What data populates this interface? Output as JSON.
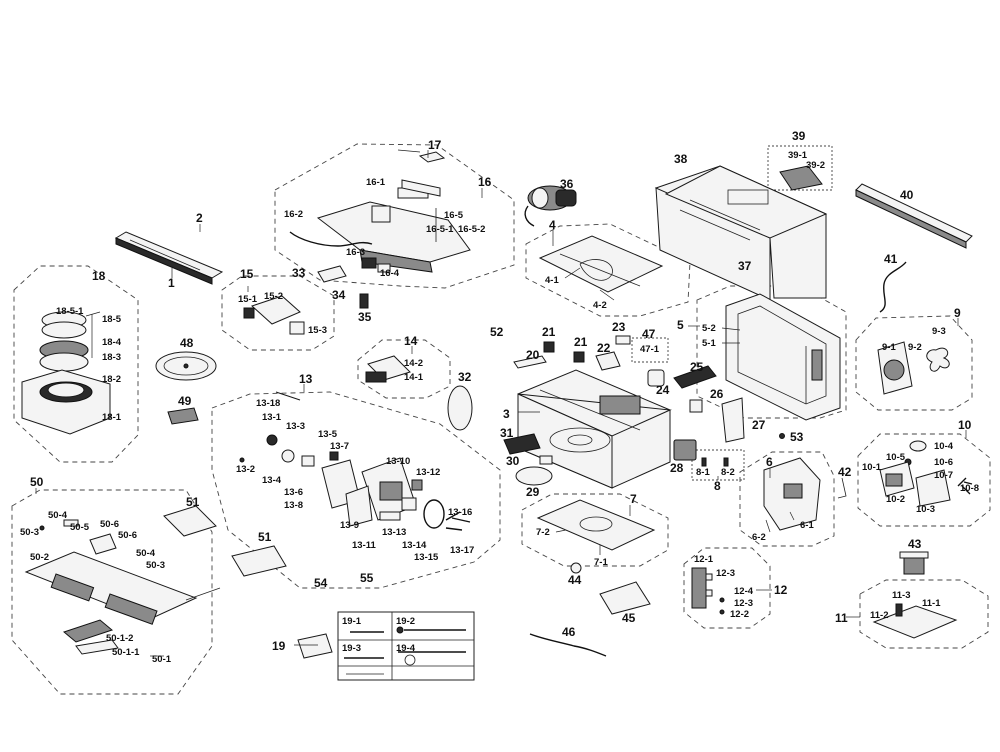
{
  "labels": {
    "p1": "1",
    "p2": "2",
    "p3": "3",
    "p4": "4",
    "p4_1": "4-1",
    "p4_2": "4-2",
    "p5": "5",
    "p5_1": "5-1",
    "p5_2": "5-2",
    "p6": "6",
    "p6_1": "6-1",
    "p6_2": "6-2",
    "p7": "7",
    "p7_1": "7-1",
    "p7_2": "7-2",
    "p8": "8",
    "p8_1": "8-1",
    "p8_2": "8-2",
    "p9": "9",
    "p9_1": "9-1",
    "p9_2": "9-2",
    "p9_3": "9-3",
    "p10": "10",
    "p10_1": "10-1",
    "p10_2": "10-2",
    "p10_3": "10-3",
    "p10_4": "10-4",
    "p10_5": "10-5",
    "p10_6": "10-6",
    "p10_7": "10-7",
    "p10_8": "10-8",
    "p11": "11",
    "p11_1": "11-1",
    "p11_2": "11-2",
    "p11_3": "11-3",
    "p12": "12",
    "p12_1": "12-1",
    "p12_2": "12-2",
    "p12_3a": "12-3",
    "p12_3b": "12-3",
    "p12_4": "12-4",
    "p13": "13",
    "p13_1": "13-1",
    "p13_2": "13-2",
    "p13_3": "13-3",
    "p13_4": "13-4",
    "p13_5": "13-5",
    "p13_6": "13-6",
    "p13_7": "13-7",
    "p13_8": "13-8",
    "p13_9": "13-9",
    "p13_10": "13-10",
    "p13_11": "13-11",
    "p13_12": "13-12",
    "p13_13": "13-13",
    "p13_14": "13-14",
    "p13_15": "13-15",
    "p13_16": "13-16",
    "p13_17": "13-17",
    "p13_18": "13-18",
    "p14": "14",
    "p14_1": "14-1",
    "p14_2": "14-2",
    "p15": "15",
    "p15_1": "15-1",
    "p15_2": "15-2",
    "p15_3": "15-3",
    "p16": "16",
    "p16_1": "16-1",
    "p16_2": "16-2",
    "p16_3": "16-3",
    "p16_4": "16-4",
    "p16_5": "16-5",
    "p16_5_1": "16-5-1",
    "p16_5_2": "16-5-2",
    "p17": "17",
    "p18": "18",
    "p18_1": "18-1",
    "p18_2": "18-2",
    "p18_3": "18-3",
    "p18_4": "18-4",
    "p18_5": "18-5",
    "p18_5_1": "18-5-1",
    "p19": "19",
    "p19_1": "19-1",
    "p19_2": "19-2",
    "p19_3": "19-3",
    "p19_4": "19-4",
    "p20": "20",
    "p21a": "21",
    "p21b": "21",
    "p22": "22",
    "p23": "23",
    "p24": "24",
    "p25": "25",
    "p26": "26",
    "p27": "27",
    "p28": "28",
    "p29": "29",
    "p30": "30",
    "p31": "31",
    "p32": "32",
    "p33": "33",
    "p34": "34",
    "p35": "35",
    "p36": "36",
    "p37": "37",
    "p38": "38",
    "p39": "39",
    "p39_1": "39-1",
    "p39_2": "39-2",
    "p40": "40",
    "p41": "41",
    "p42": "42",
    "p43": "43",
    "p44": "44",
    "p45": "45",
    "p46": "46",
    "p47": "47",
    "p47_1": "47-1",
    "p48": "48",
    "p49": "49",
    "p50": "50",
    "p50_1": "50-1",
    "p50_1_1": "50-1-1",
    "p50_1_2": "50-1-2",
    "p50_2": "50-2",
    "p50_3a": "50-3",
    "p50_3b": "50-3",
    "p50_4a": "50-4",
    "p50_4b": "50-4",
    "p50_5": "50-5",
    "p50_6a": "50-6",
    "p50_6b": "50-6",
    "p51a": "51",
    "p51b": "51",
    "p52": "52",
    "p53": "53",
    "p54": "54",
    "p55": "55"
  },
  "icons": [
    "screw-icon",
    "wire-harness-icon",
    "fan-icon",
    "spring-coil-icon"
  ]
}
